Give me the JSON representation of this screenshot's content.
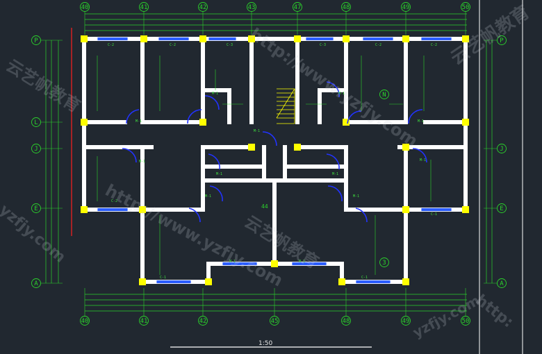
{
  "drawing": {
    "scale_label": "1:50",
    "center_label": "44",
    "axes_top": [
      "40",
      "41",
      "42",
      "43",
      "47",
      "48",
      "49",
      "50"
    ],
    "axes_bottom": [
      "40",
      "41",
      "42",
      "45",
      "48",
      "49",
      "50"
    ],
    "axes_left": [
      "P",
      "L",
      "J",
      "E",
      "A"
    ],
    "axes_right": [
      "P",
      "J",
      "E",
      "A"
    ],
    "interior_markers": [
      "N",
      "3"
    ],
    "room_tags": [
      "C-2",
      "C-2",
      "C-3",
      "C-3",
      "C-2",
      "C-2",
      "C-2",
      "C-1",
      "C-1",
      "C-1",
      "M-1",
      "M-1",
      "M-1",
      "M-1",
      "M-1",
      "M-1",
      "M-1",
      "M-1",
      "M-1",
      "M-1",
      "M-1",
      "M-1",
      "M-1"
    ]
  },
  "watermarks": [
    "http://www.yzfjy.com",
    "云艺帆教育",
    "http://www.yzfjy.com",
    "云艺帆教育",
    "yzfjy.com",
    "云艺帆教育",
    "http:",
    "yzfjy.com"
  ],
  "colors": {
    "background": "#212830",
    "wall": "#ffffff",
    "column": "#ffff00",
    "dimension": "#2bd42b",
    "door": "#2233ff",
    "window": "#2a5cff",
    "red_line": "#ff2020"
  }
}
